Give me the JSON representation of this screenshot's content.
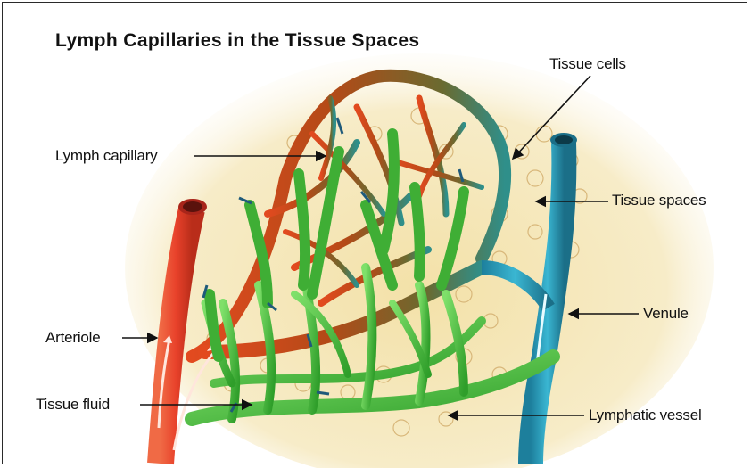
{
  "diagram": {
    "title": "Lymph Capillaries in the Tissue Spaces",
    "labels": {
      "tissue_cells": "Tissue cells",
      "lymph_capillary": "Lymph capillary",
      "tissue_spaces": "Tissue spaces",
      "arteriole": "Arteriole",
      "venule": "Venule",
      "tissue_fluid": "Tissue fluid",
      "lymphatic_vessel": "Lymphatic vessel"
    },
    "colors": {
      "arteriole": "#e8412a",
      "capillary_bed": "#c2410f",
      "venule": "#2aa3c2",
      "lymph": "#4fcf3a",
      "tissue": "#f6e9bf",
      "arrow": "#1f5a7a"
    }
  }
}
